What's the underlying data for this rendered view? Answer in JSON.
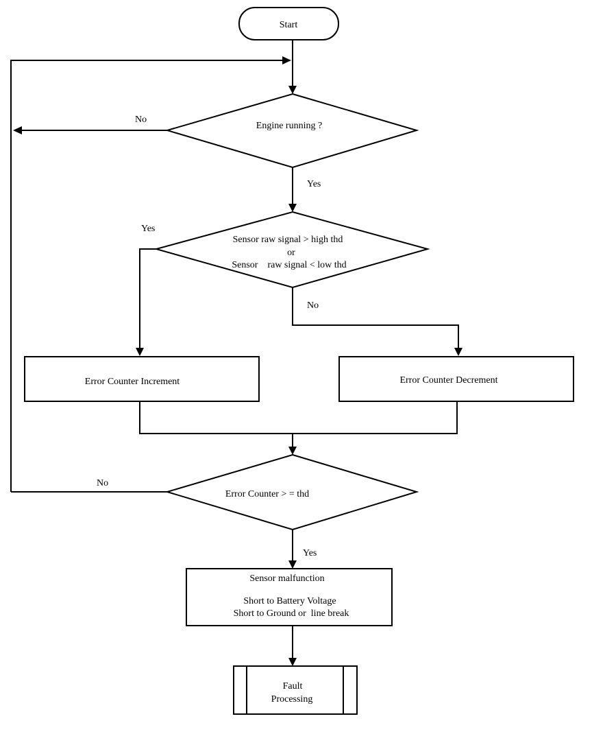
{
  "nodes": {
    "start": "Start",
    "engine_running": "Engine running ?",
    "sensor_check": {
      "line1": "Sensor raw signal > high thd",
      "line2": "or",
      "line3": "Sensor    raw signal < low thd"
    },
    "counter_increment": "Error Counter Increment",
    "counter_decrement": "Error Counter Decrement",
    "counter_check": "Error Counter > = thd",
    "malfunction": {
      "title": "Sensor malfunction",
      "line1": "Short to Battery Voltage",
      "line2": "Short to Ground or  line break"
    },
    "fault_processing": {
      "line1": "Fault",
      "line2": "Processing"
    }
  },
  "edge_labels": {
    "engine_no": "No",
    "engine_yes": "Yes",
    "sensor_yes": "Yes",
    "sensor_no": "No",
    "counter_no": "No",
    "counter_yes": "Yes"
  }
}
